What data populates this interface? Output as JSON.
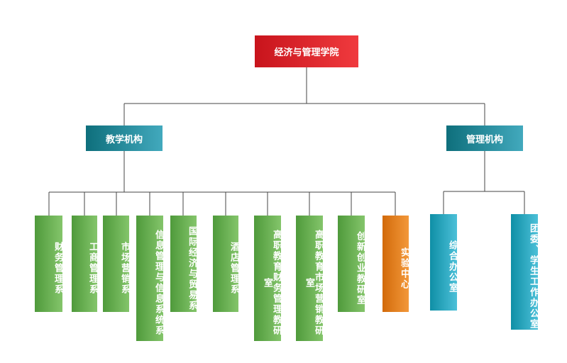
{
  "root": {
    "label": "经济与管理学院"
  },
  "branches": [
    {
      "label": "教学机构",
      "children": [
        {
          "label": "财务管理系",
          "color": "green"
        },
        {
          "label": "工商管理系",
          "color": "green"
        },
        {
          "label": "市场营销系",
          "color": "green"
        },
        {
          "label": "信息管理与信息系统系",
          "color": "green"
        },
        {
          "label": "国际经济与贸易系",
          "color": "green"
        },
        {
          "label": "酒店管理系",
          "color": "green"
        },
        {
          "label": "高职教育财务管理教研室",
          "color": "green"
        },
        {
          "label": "高职教育市场营销教研室",
          "color": "green"
        },
        {
          "label": "创新创业教研室",
          "color": "green"
        },
        {
          "label": "实验中心",
          "color": "orange"
        }
      ]
    },
    {
      "label": "管理机构",
      "children": [
        {
          "label": "综合办公室",
          "color": "teal"
        },
        {
          "label": "团委、学生工作办公室",
          "color": "teal"
        }
      ]
    }
  ]
}
